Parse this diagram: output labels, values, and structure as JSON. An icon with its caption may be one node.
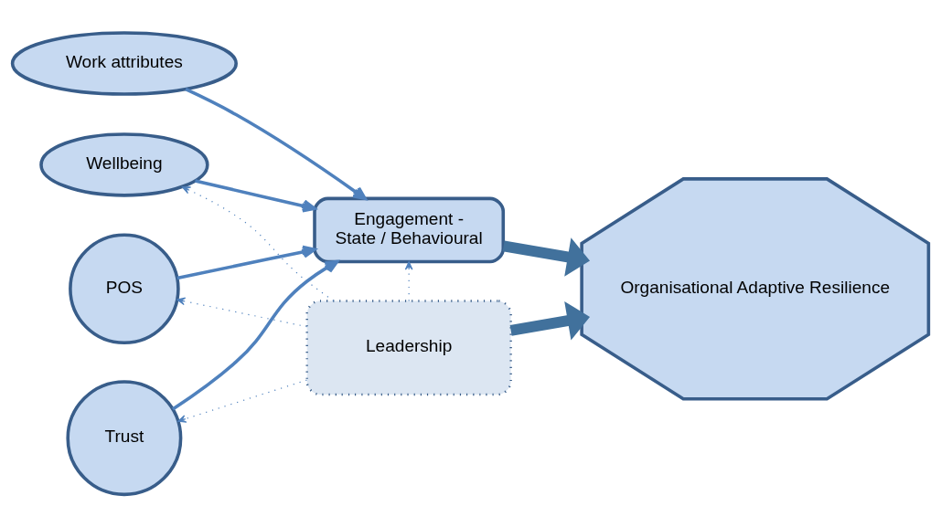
{
  "diagram": {
    "nodes": [
      {
        "text": [
          "Work attributes"
        ]
      },
      {
        "text": [
          "Engagement -",
          "State / Behavioural"
        ]
      },
      {
        "text": [
          "Organisational Adaptive Resilience"
        ]
      },
      {
        "text": [
          "Wellbeing"
        ]
      },
      {
        "text": [
          "POS"
        ]
      },
      {
        "text": [
          "Trust"
        ]
      },
      {
        "text": [
          "Leadership"
        ]
      }
    ],
    "edges": [
      {
        "from": 0,
        "to": 1,
        "arrow": "to"
      },
      {
        "from": 3,
        "to": 1,
        "arrow": "to"
      },
      {
        "from": 4,
        "to": 1,
        "arrow": "to"
      },
      {
        "from": 5,
        "to": 1,
        "arrow": "to"
      },
      {
        "from": 1,
        "to": 2,
        "arrow": "to",
        "style": "thick"
      },
      {
        "from": 6,
        "to": 1,
        "arrow": "to",
        "style": "dashed"
      },
      {
        "from": 6,
        "to": 5,
        "arrow": "to",
        "style": "dashed"
      },
      {
        "from": 6,
        "to": 4,
        "arrow": "to",
        "style": "dashed"
      },
      {
        "from": 6,
        "to": 3,
        "arrow": "to",
        "style": "dashed"
      },
      {
        "from": 6,
        "to": 2,
        "arrow": "to",
        "style": "thick"
      }
    ]
  }
}
